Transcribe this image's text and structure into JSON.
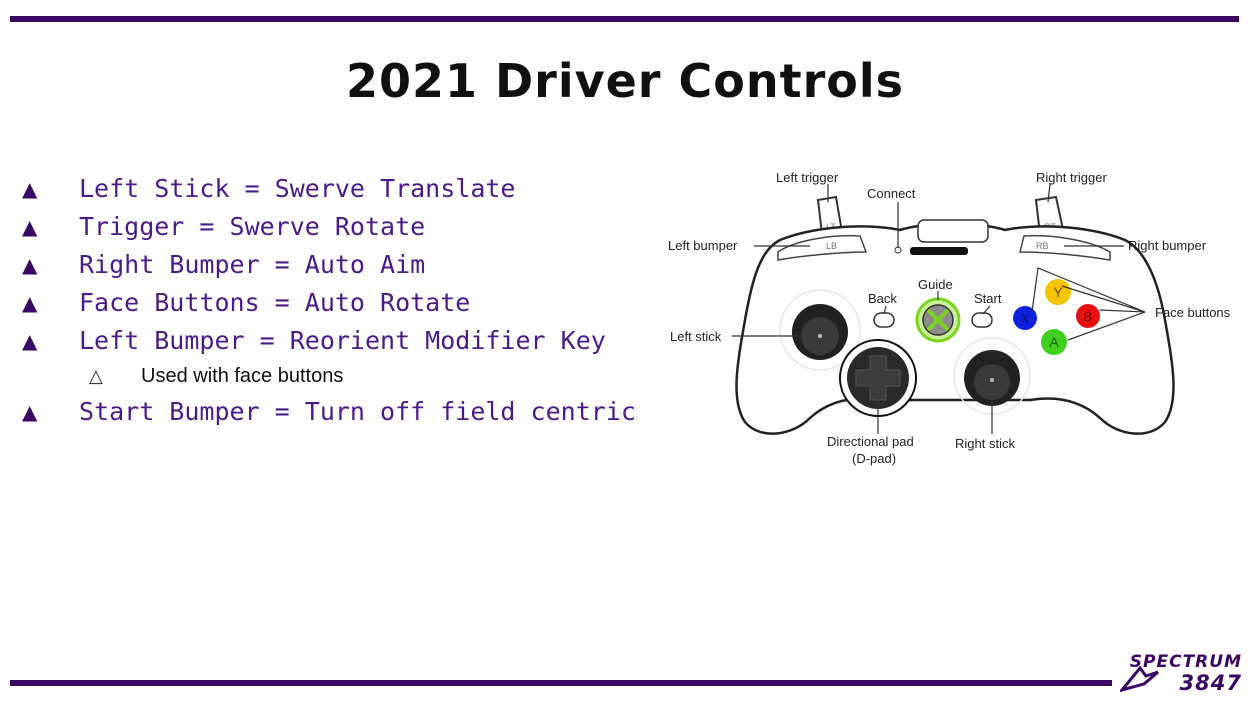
{
  "slide": {
    "title": "2021 Driver Controls",
    "bullets": [
      {
        "marker": "▲",
        "text": "Left Stick = Swerve Translate"
      },
      {
        "marker": "▲",
        "text": "Trigger = Swerve Rotate"
      },
      {
        "marker": "▲",
        "text": "Right Bumper = Auto Aim"
      },
      {
        "marker": "▲",
        "text": "Face Buttons = Auto Rotate"
      },
      {
        "marker": "▲",
        "text": "Left Bumper = Reorient Modifier Key"
      },
      {
        "marker": "△",
        "text": "Used with face buttons",
        "sub": true
      },
      {
        "marker": "▲",
        "text": "Start Bumper = Turn off field centric"
      }
    ]
  },
  "controller": {
    "labels": {
      "left_trigger": "Left trigger",
      "connect": "Connect",
      "right_trigger": "Right trigger",
      "left_bumper": "Left bumper",
      "right_bumper": "Right bumper",
      "back": "Back",
      "guide": "Guide",
      "start": "Start",
      "face_buttons": "Face buttons",
      "left_stick": "Left stick",
      "dpad_line1": "Directional pad",
      "dpad_line2": "(D-pad)",
      "right_stick": "Right stick"
    },
    "button_text": {
      "lt": "LT",
      "rt": "RT",
      "lb": "LB",
      "rb": "RB",
      "y": "Y",
      "b": "B",
      "x": "X",
      "a": "A"
    },
    "colors": {
      "y": "#f5c400",
      "b": "#e81010",
      "x": "#1020e0",
      "a": "#40d020",
      "guide_ring": "#7ed321"
    }
  },
  "logo": {
    "line1": "SPECTRUM",
    "line2": "3847"
  },
  "theme": {
    "accent": "#3b0764",
    "bullet_text": "#4a1a8a"
  }
}
